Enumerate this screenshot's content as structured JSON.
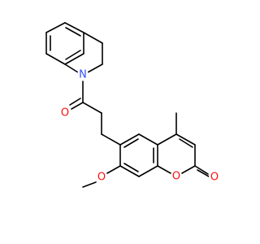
{
  "colors": {
    "bond": "#000000",
    "nitrogen": "#3050f8",
    "oxygen": "#ff0d0d",
    "background": "#ffffff"
  },
  "atoms": {
    "n1": {
      "element": "N",
      "label": "N"
    },
    "o_ketone": {
      "element": "O",
      "label": "O"
    },
    "o_methoxy": {
      "element": "O",
      "label": "O"
    },
    "o_ring": {
      "element": "O",
      "label": "O"
    },
    "o_lactone": {
      "element": "O",
      "label": "O"
    }
  }
}
